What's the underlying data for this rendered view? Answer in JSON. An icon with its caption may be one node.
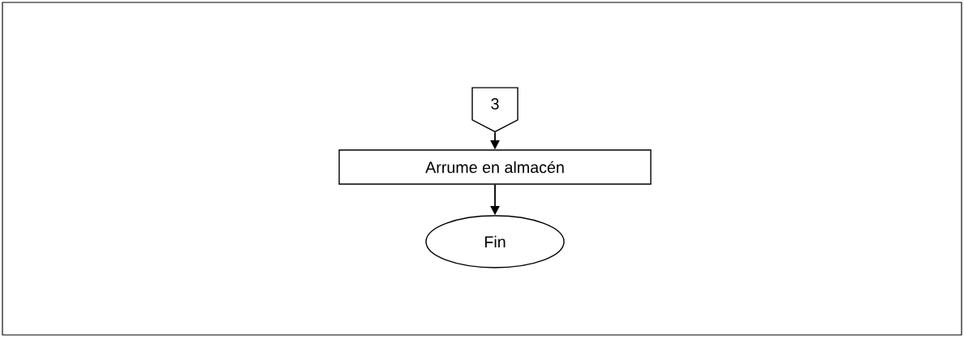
{
  "diagram": {
    "nodes": [
      {
        "text": [
          "3"
        ]
      },
      {
        "text": [
          "Arrume en almacén"
        ]
      },
      {
        "text": [
          "Fin"
        ]
      }
    ],
    "edges": [
      {
        "from": 0,
        "to": 1,
        "arrow": "to"
      },
      {
        "from": 1,
        "to": 2,
        "arrow": "to"
      }
    ]
  }
}
